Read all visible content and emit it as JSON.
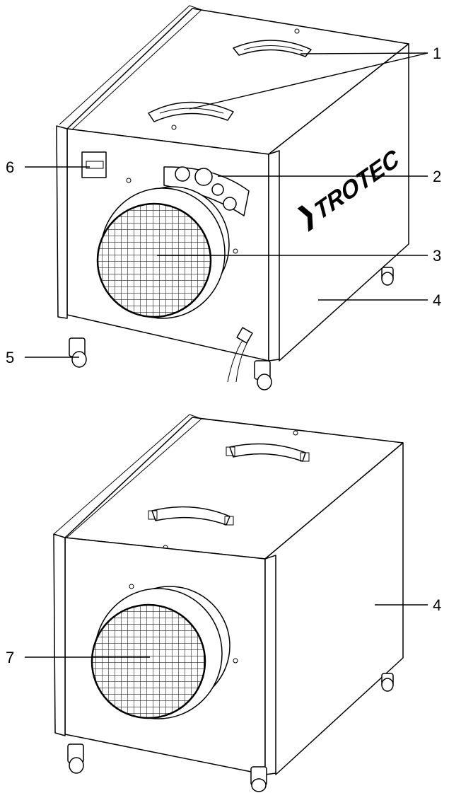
{
  "figure": {
    "brand_text": "TROTEC",
    "callouts_top": [
      {
        "id": "1",
        "label": "1"
      },
      {
        "id": "2",
        "label": "2"
      },
      {
        "id": "3",
        "label": "3"
      },
      {
        "id": "4",
        "label": "4"
      },
      {
        "id": "5",
        "label": "5"
      },
      {
        "id": "6",
        "label": "6"
      }
    ],
    "callouts_bottom": [
      {
        "id": "4",
        "label": "4"
      },
      {
        "id": "7",
        "label": "7"
      }
    ]
  }
}
